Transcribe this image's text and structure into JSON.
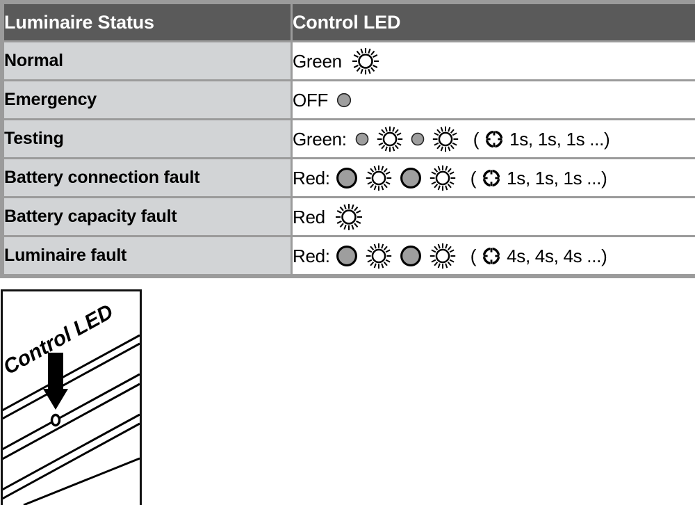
{
  "table": {
    "columns": [
      {
        "key": "status",
        "label": "Luminaire Status"
      },
      {
        "key": "led",
        "label": "Control LED"
      }
    ],
    "rows": [
      {
        "status": "Normal",
        "led_prefix": "Green",
        "led_suffix": "",
        "pattern": "flash",
        "sequence": [
          "flash"
        ],
        "timing": "",
        "dot_style": "none"
      },
      {
        "status": "Emergency",
        "led_prefix": "OFF",
        "led_suffix": "",
        "pattern": "off",
        "sequence": [
          "dot-small"
        ],
        "timing": "",
        "dot_style": "small"
      },
      {
        "status": "Testing",
        "led_prefix": "Green:",
        "led_suffix": "",
        "pattern": "blink",
        "sequence": [
          "dot-small",
          "flash",
          "dot-small",
          "flash"
        ],
        "timing": "1s, 1s, 1s ...",
        "dot_style": "small"
      },
      {
        "status": "Battery connection fault",
        "led_prefix": "Red:",
        "led_suffix": "",
        "pattern": "blink",
        "sequence": [
          "dot-large",
          "flash",
          "dot-large",
          "flash"
        ],
        "timing": "1s, 1s, 1s ...",
        "dot_style": "large"
      },
      {
        "status": "Battery capacity fault",
        "led_prefix": "Red",
        "led_suffix": "",
        "pattern": "flash",
        "sequence": [
          "flash"
        ],
        "timing": "",
        "dot_style": "none"
      },
      {
        "status": "Luminaire fault",
        "led_prefix": "Red:",
        "led_suffix": "",
        "pattern": "blink",
        "sequence": [
          "dot-large",
          "flash",
          "dot-large",
          "flash"
        ],
        "timing": "4s, 4s, 4s ...",
        "dot_style": "large"
      }
    ],
    "timing_open_paren": "(",
    "timing_close_paren": ")"
  },
  "illustration": {
    "caption": "Control LED",
    "arrow": "down-arrow",
    "led_marker": "led-dot"
  },
  "colors": {
    "header_bg": "#5a5a5a",
    "header_text": "#ffffff",
    "status_bg": "#d2d4d6",
    "led_bg": "#ffffff",
    "grid": "#9b9b9b",
    "dot_fill": "#9e9e9e",
    "ink": "#000000"
  }
}
